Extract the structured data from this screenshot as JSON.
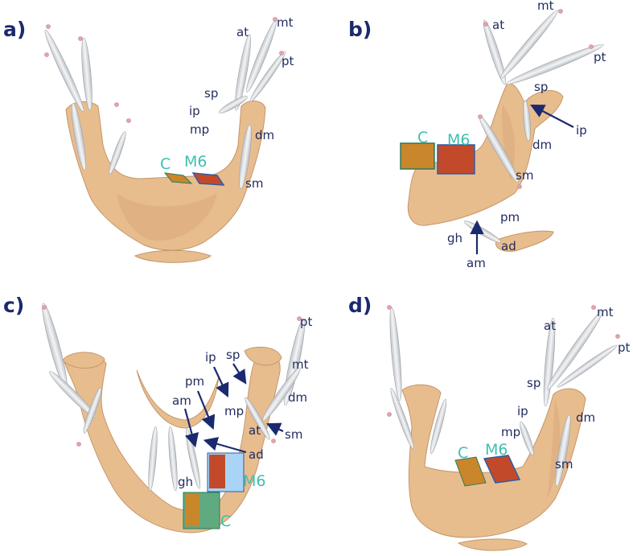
{
  "panels": [
    {
      "letter": "a)",
      "labels": {
        "at": "at",
        "mt": "mt",
        "pt": "pt",
        "sp": "sp",
        "ip": "ip",
        "mp": "mp",
        "dm": "dm",
        "sm": "sm"
      },
      "implants": {
        "C": "C",
        "M6": "M6"
      }
    },
    {
      "letter": "b)",
      "labels": {
        "at": "at",
        "mt": "mt",
        "pt": "pt",
        "sp": "sp",
        "ip": "ip",
        "dm": "dm",
        "sm": "sm",
        "pm": "pm",
        "gh": "gh",
        "am": "am",
        "ad": "ad"
      },
      "implants": {
        "C": "C",
        "M6": "M6"
      }
    },
    {
      "letter": "c)",
      "labels": {
        "pt": "pt",
        "mt": "mt",
        "ip": "ip",
        "sp": "sp",
        "dm": "dm",
        "pm": "pm",
        "am": "am",
        "mp": "mp",
        "at": "at",
        "sm": "sm",
        "ad": "ad",
        "gh": "gh"
      },
      "implants": {
        "C": "C",
        "M6": "M6"
      }
    },
    {
      "letter": "d)",
      "labels": {
        "at": "at",
        "mt": "mt",
        "pt": "pt",
        "sp": "sp",
        "ip": "ip",
        "dm": "dm",
        "mp": "mp",
        "sm": "sm"
      },
      "implants": {
        "C": "C",
        "M6": "M6"
      }
    }
  ],
  "colors": {
    "bone": "#e8bd8e",
    "muscle": "#d8dadd",
    "label": "#1f2a5e",
    "implant_label": "#3fbfb0",
    "implant_c": "#c9862b",
    "implant_m6": "#c24a2a",
    "implant_c_panel_c": "#5faa7e",
    "implant_m6_panel_c": "#a9d4f5"
  }
}
